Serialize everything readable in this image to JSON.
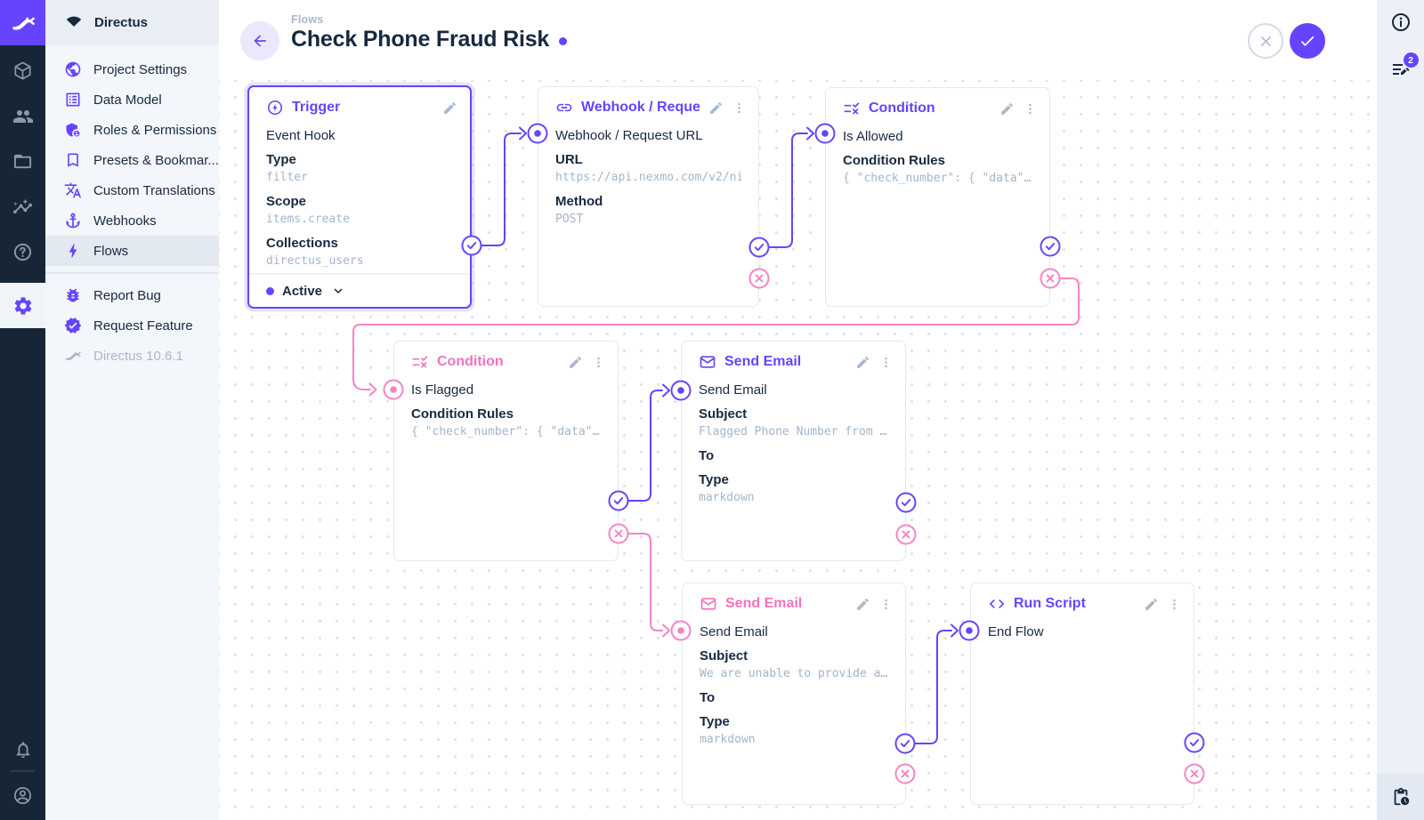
{
  "brand": {
    "name": "Directus",
    "version": "Directus 10.6.1"
  },
  "colors": {
    "accent": "#6644ff",
    "pink": "#f074bd",
    "navy": "#172940",
    "muted_mono": "#a2b5cd"
  },
  "nav": {
    "header": {
      "label": "Directus"
    },
    "items": [
      {
        "label": "Project Settings",
        "icon": "globe-icon"
      },
      {
        "label": "Data Model",
        "icon": "list-box-icon"
      },
      {
        "label": "Roles & Permissions",
        "icon": "shield-user-icon"
      },
      {
        "label": "Presets & Bookmar...",
        "icon": "bookmark-icon"
      },
      {
        "label": "Custom Translations",
        "icon": "translate-icon"
      },
      {
        "label": "Webhooks",
        "icon": "anchor-icon"
      },
      {
        "label": "Flows",
        "icon": "bolt-icon",
        "active": true
      }
    ],
    "secondary": [
      {
        "label": "Report Bug",
        "icon": "bug-icon"
      },
      {
        "label": "Request Feature",
        "icon": "badge-check-icon"
      }
    ],
    "version_label": "Directus 10.6.1"
  },
  "header": {
    "breadcrumb": "Flows",
    "title": "Check Phone Fraud Risk"
  },
  "right_sidebar": {
    "activity_badge": "2"
  },
  "nodes": [
    {
      "title": "Trigger",
      "name": "Event Hook",
      "status": "Active",
      "fields": [
        {
          "label": "Type",
          "value": "filter"
        },
        {
          "label": "Scope",
          "value": "items.create"
        },
        {
          "label": "Collections",
          "value": "directus_users"
        }
      ]
    },
    {
      "title": "Webhook / Request URL",
      "name": "Webhook / Request URL",
      "fields": [
        {
          "label": "URL",
          "value": "https://api.nexmo.com/v2/ni"
        },
        {
          "label": "Method",
          "value": "POST"
        }
      ]
    },
    {
      "title": "Condition",
      "name": "Is Allowed",
      "fields": [
        {
          "label": "Condition Rules",
          "value": "{ \"check_number\": { \"data\"…"
        }
      ]
    },
    {
      "title": "Condition",
      "name": "Is Flagged",
      "fields": [
        {
          "label": "Condition Rules",
          "value": "{ \"check_number\": { \"data\"…"
        }
      ]
    },
    {
      "title": "Send Email",
      "name": "Send Email",
      "fields": [
        {
          "label": "Subject",
          "value": "Flagged Phone Number from …"
        },
        {
          "label": "To",
          "value": ""
        },
        {
          "label": "Type",
          "value": "markdown"
        }
      ]
    },
    {
      "title": "Send Email",
      "name": "Send Email",
      "fields": [
        {
          "label": "Subject",
          "value": "We are unable to provide a…"
        },
        {
          "label": "To",
          "value": ""
        },
        {
          "label": "Type",
          "value": "markdown"
        }
      ]
    },
    {
      "title": "Run Script",
      "name": "End Flow",
      "fields": []
    }
  ]
}
